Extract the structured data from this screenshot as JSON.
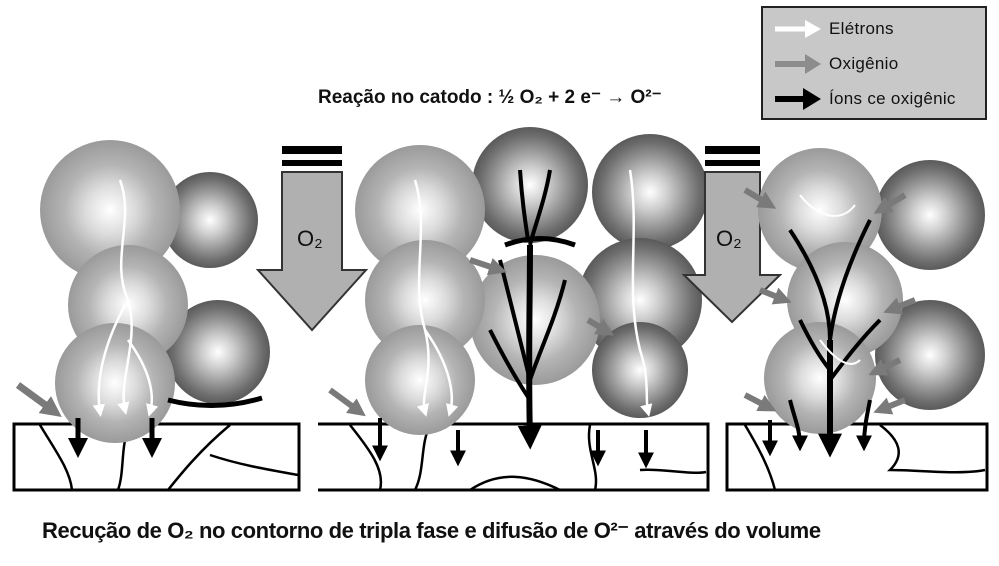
{
  "legend": {
    "items": [
      {
        "label": "Elétrons",
        "color": "#ffffff",
        "icon": "white-arrow"
      },
      {
        "label": "Oxigênio",
        "color": "#8c8c8c",
        "icon": "gray-arrow"
      },
      {
        "label": "Íons ce oxigênic",
        "color": "#000000",
        "icon": "black-arrow"
      }
    ]
  },
  "reaction": "Reação no catodo : ½ O₂ + 2 e⁻ → O²⁻",
  "gas_arrows": [
    {
      "label": "O₂"
    },
    {
      "label": "O₂"
    }
  ],
  "caption": "Recução de O₂ no contorno de tripla fase e difusão de O²⁻ através do volume"
}
